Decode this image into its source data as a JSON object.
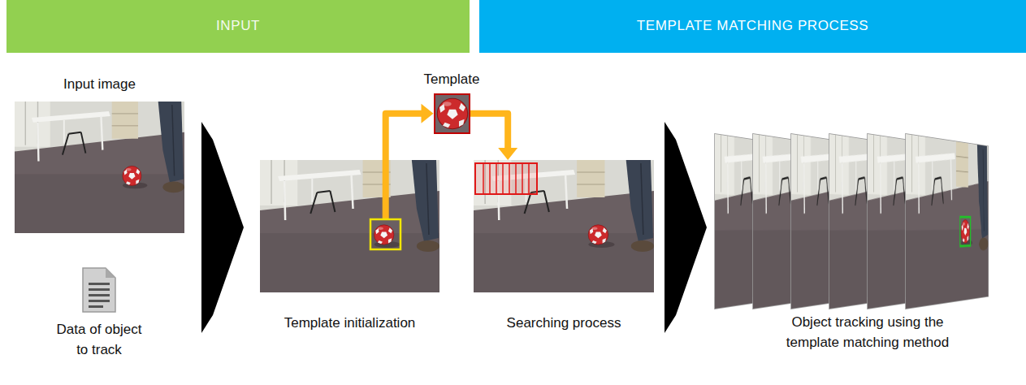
{
  "diagram": {
    "nodes": [
      {
        "text": [
          "INPUT"
        ]
      },
      {
        "text": [
          "TEMPLATE MATCHING PROCESS"
        ]
      },
      {
        "text": [
          "Input image"
        ]
      },
      {
        "text": [
          "Data of object to track"
        ]
      },
      {
        "text": [
          "Template initialization"
        ]
      },
      {
        "text": [
          "Template"
        ]
      },
      {
        "text": [
          "Searching process"
        ]
      },
      {
        "text": [
          "Object tracking using the template matching method"
        ]
      }
    ],
    "edges": [
      {
        "from": 4,
        "to": 5,
        "arrow": "to"
      },
      {
        "from": 5,
        "to": 6,
        "arrow": "to"
      }
    ]
  }
}
